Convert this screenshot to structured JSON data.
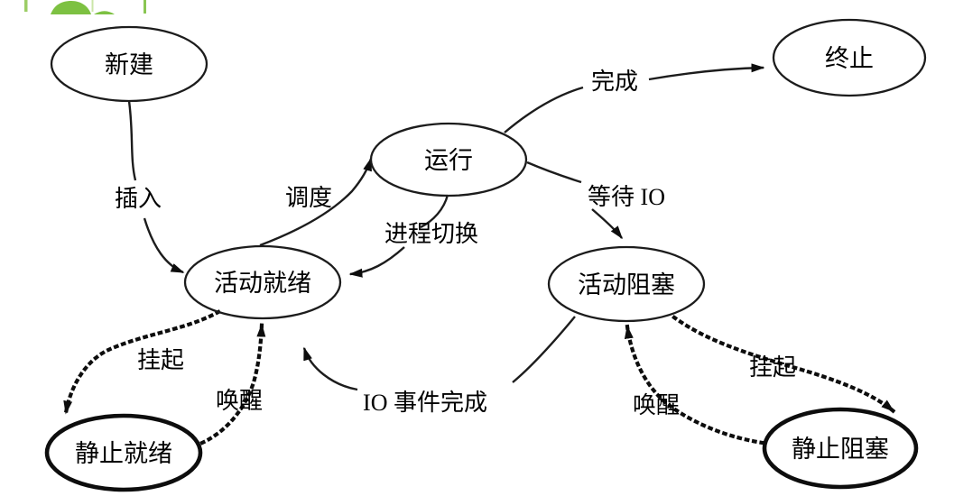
{
  "diagram": {
    "kind": "process-state-transition-diagram",
    "colors": {
      "stroke": "#1c1c1c",
      "background": "#ffffff",
      "logo_green": "#7DC142",
      "logo_green_light": "#9CCD66",
      "logo_green_pale": "#CBE6A8"
    },
    "nodes": [
      {
        "id": "new",
        "label": "新建",
        "border": "thin"
      },
      {
        "id": "running",
        "label": "运行",
        "border": "thin"
      },
      {
        "id": "terminated",
        "label": "终止",
        "border": "thin"
      },
      {
        "id": "active-ready",
        "label": "活动就绪",
        "border": "thin"
      },
      {
        "id": "active-blocked",
        "label": "活动阻塞",
        "border": "thin"
      },
      {
        "id": "static-ready",
        "label": "静止就绪",
        "border": "thick"
      },
      {
        "id": "static-blocked",
        "label": "静止阻塞",
        "border": "thick"
      }
    ],
    "edges": [
      {
        "from": "new",
        "to": "active-ready",
        "label": "插入",
        "style": "solid"
      },
      {
        "from": "active-ready",
        "to": "running",
        "label": "调度",
        "style": "solid"
      },
      {
        "from": "running",
        "to": "active-ready",
        "label": "进程切换",
        "style": "solid"
      },
      {
        "from": "running",
        "to": "terminated",
        "label": "完成",
        "style": "solid"
      },
      {
        "from": "running",
        "to": "active-blocked",
        "label": "等待 IO",
        "style": "solid"
      },
      {
        "from": "active-blocked",
        "to": "active-ready",
        "label": "IO 事件完成",
        "style": "solid"
      },
      {
        "from": "active-ready",
        "to": "static-ready",
        "label": "挂起",
        "style": "dotted"
      },
      {
        "from": "static-ready",
        "to": "active-ready",
        "label": "唤醒",
        "style": "dotted"
      },
      {
        "from": "active-blocked",
        "to": "static-blocked",
        "label": "挂起",
        "style": "dotted"
      },
      {
        "from": "static-blocked",
        "to": "active-blocked",
        "label": "唤醒",
        "style": "dotted"
      }
    ]
  }
}
